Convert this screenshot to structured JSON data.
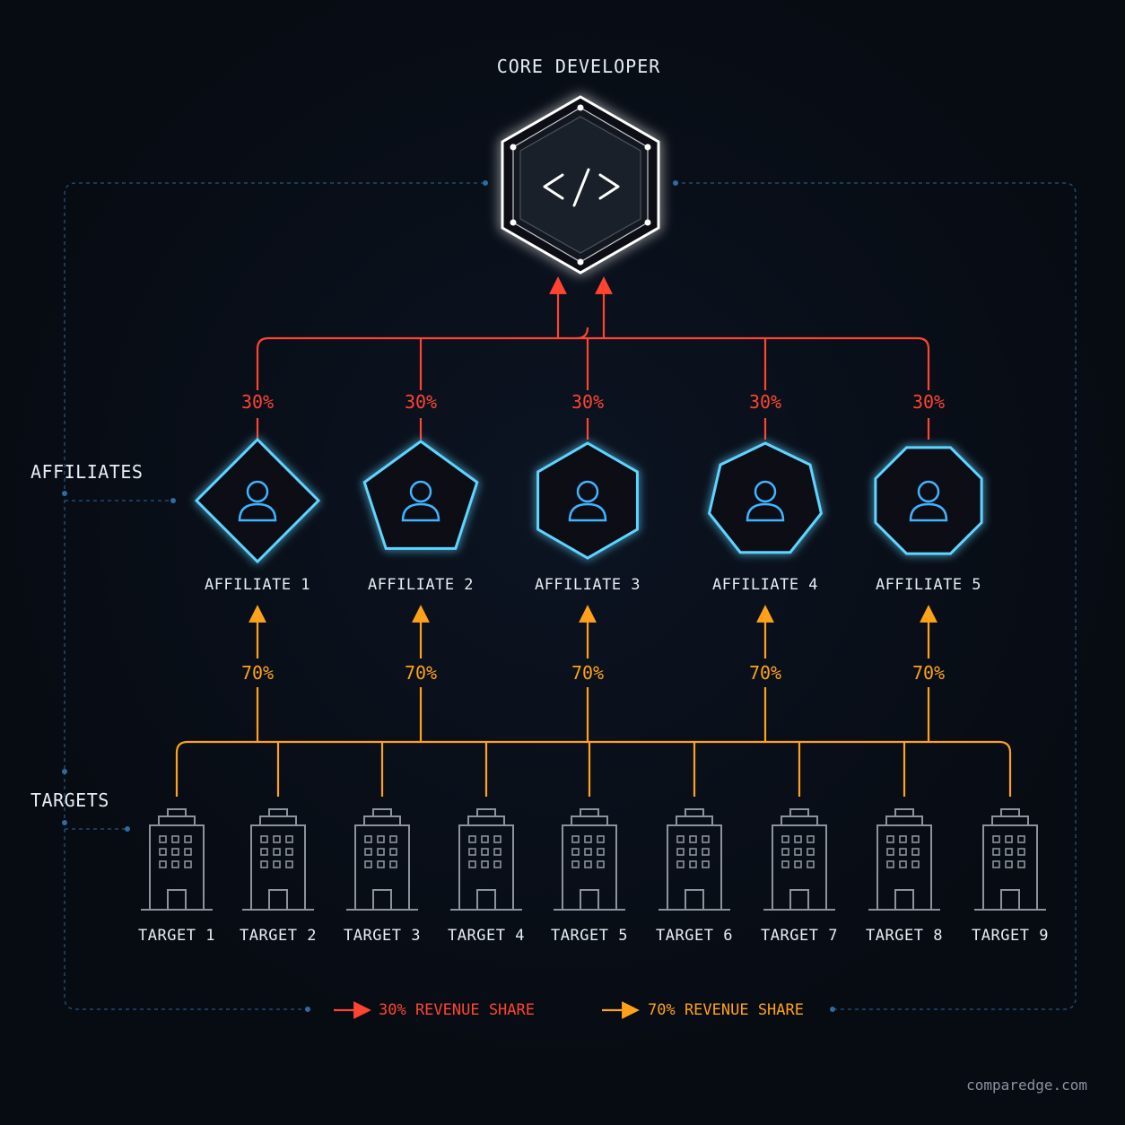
{
  "core": {
    "title": "CORE DEVELOPER",
    "icon": "code-icon"
  },
  "sections": {
    "affiliates": "AFFILIATES",
    "targets": "TARGETS"
  },
  "affiliates": [
    {
      "label": "AFFILIATE 1",
      "shape": "diamond",
      "up_share": "30%",
      "in_share": "70%"
    },
    {
      "label": "AFFILIATE 2",
      "shape": "pentagon",
      "up_share": "30%",
      "in_share": "70%"
    },
    {
      "label": "AFFILIATE 3",
      "shape": "hexagon",
      "up_share": "30%",
      "in_share": "70%"
    },
    {
      "label": "AFFILIATE 4",
      "shape": "heptagon",
      "up_share": "30%",
      "in_share": "70%"
    },
    {
      "label": "AFFILIATE 5",
      "shape": "octagon",
      "up_share": "30%",
      "in_share": "70%"
    }
  ],
  "targets": [
    {
      "label": "TARGET 1"
    },
    {
      "label": "TARGET 2"
    },
    {
      "label": "TARGET 3"
    },
    {
      "label": "TARGET 4"
    },
    {
      "label": "TARGET 5"
    },
    {
      "label": "TARGET 6"
    },
    {
      "label": "TARGET 7"
    },
    {
      "label": "TARGET 8"
    },
    {
      "label": "TARGET 9"
    }
  ],
  "legend": {
    "red": "30% REVENUE SHARE",
    "orange": "70% REVENUE SHARE"
  },
  "watermark": "comparedge.com",
  "colors": {
    "red": "#ff4430",
    "orange": "#ffa11a",
    "cyan": "#5fd4ff",
    "blue_dashed": "#1f4a73",
    "node_white": "#ffffff"
  }
}
